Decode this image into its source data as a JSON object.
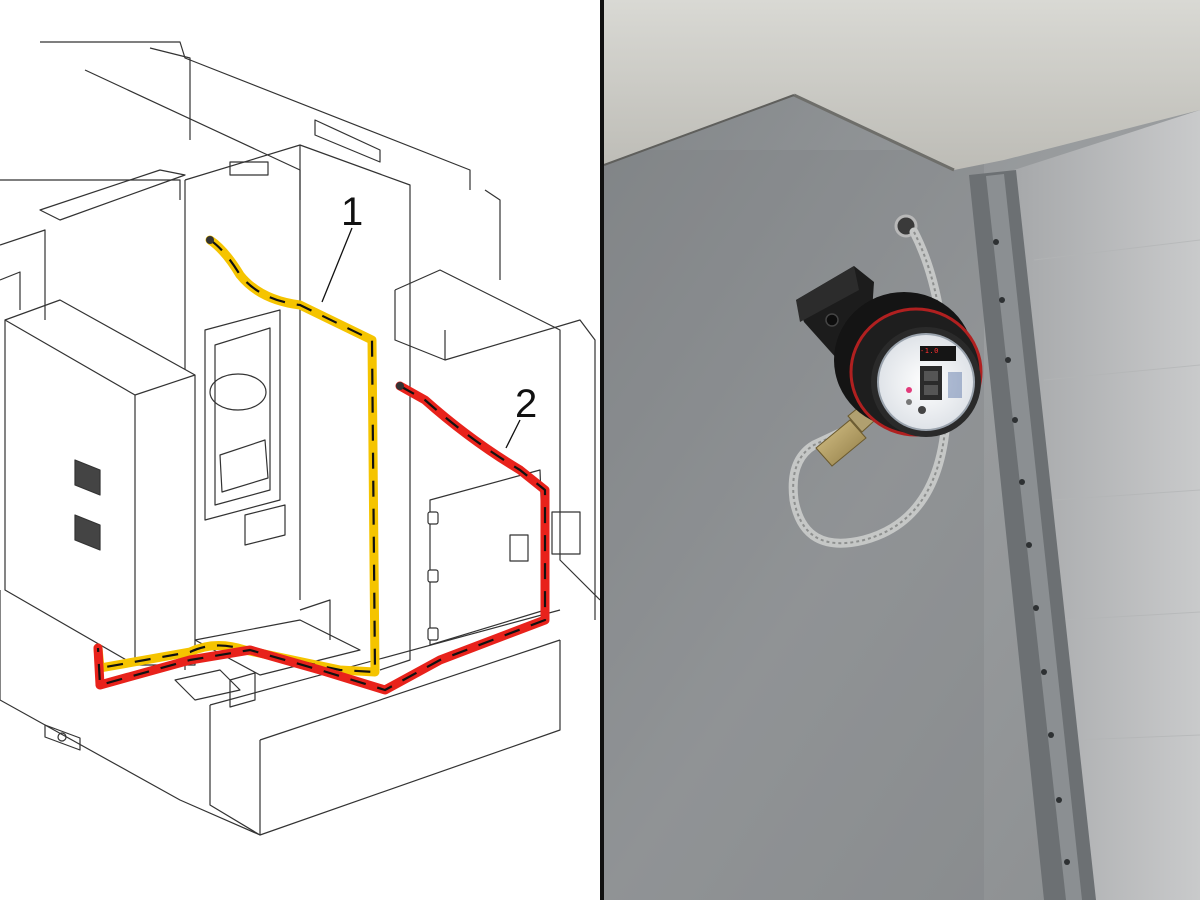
{
  "diagram": {
    "callouts": [
      {
        "label": "1"
      },
      {
        "label": "2"
      }
    ],
    "route_colors": {
      "route_1": "#f5c400",
      "route_2": "#e8221b",
      "dash": "#111111"
    }
  },
  "photo": {
    "gauge_readout": "-1.0"
  },
  "icons": [
    "sensor-gauge-icon",
    "mounting-bracket-icon",
    "connector-icon"
  ]
}
